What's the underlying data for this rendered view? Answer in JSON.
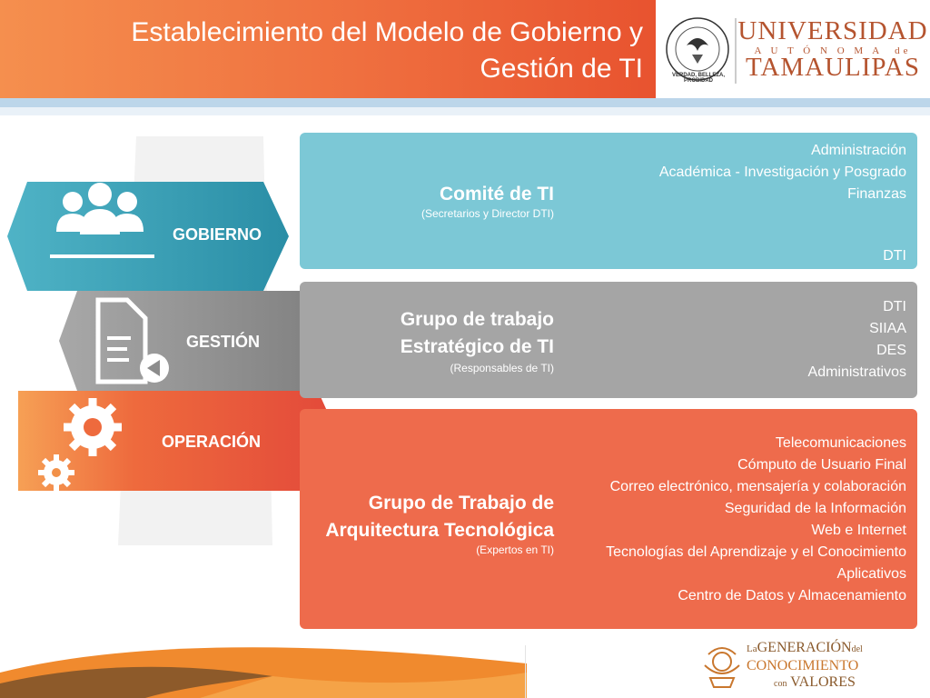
{
  "header": {
    "title_line1": "Establecimiento del Modelo de Gobierno y",
    "title_line2": "Gestión de TI",
    "university_line1": "UNIVERSIDAD",
    "university_line2": "A U T Ó N O M A  de",
    "university_line3": "TAMAULIPAS",
    "seal_motto": "VERDAD, BELLEZA, PROBIDAD"
  },
  "ribbons": {
    "gobierno": "GOBIERNO",
    "gestion": "GESTIÓN",
    "operacion": "OPERACIÓN"
  },
  "panels": {
    "gobierno": {
      "title": "Comité de TI",
      "subtitle": "(Secretarios y Director DTI)",
      "items": [
        "Administración",
        "Académica - Investigación y Posgrado",
        "Finanzas"
      ],
      "extra": "DTI"
    },
    "gestion": {
      "title_line1": "Grupo de trabajo",
      "title_line2": "Estratégico de TI",
      "subtitle": "(Responsables de TI)",
      "items": [
        "DTI",
        "SIIAA",
        "DES",
        "Administrativos"
      ]
    },
    "operacion": {
      "title_line1": "Grupo de Trabajo de",
      "title_line2": "Arquitectura Tecnológica",
      "subtitle": "(Expertos en TI)",
      "items": [
        "Telecomunicaciones",
        "Cómputo de Usuario Final",
        "Correo electrónico, mensajería y colaboración",
        "Seguridad de la Información",
        "Web e Internet",
        "Tecnologías del Aprendizaje y el Conocimiento",
        "Aplicativos",
        "Centro de Datos y Almacenamiento"
      ]
    }
  },
  "footer": {
    "la": "La",
    "generacion": "GENERACIÓN",
    "del": "del",
    "conocimiento": "CONOCIMIENTO",
    "con": "con",
    "valores": "VALORES"
  },
  "colors": {
    "header_orange": "#ef6f3f",
    "gobierno_blue": "#7cc8d6",
    "gestion_gray": "#a5a5a5",
    "operacion_red": "#ee6b4c",
    "brand_brown": "#8a5a2c"
  }
}
